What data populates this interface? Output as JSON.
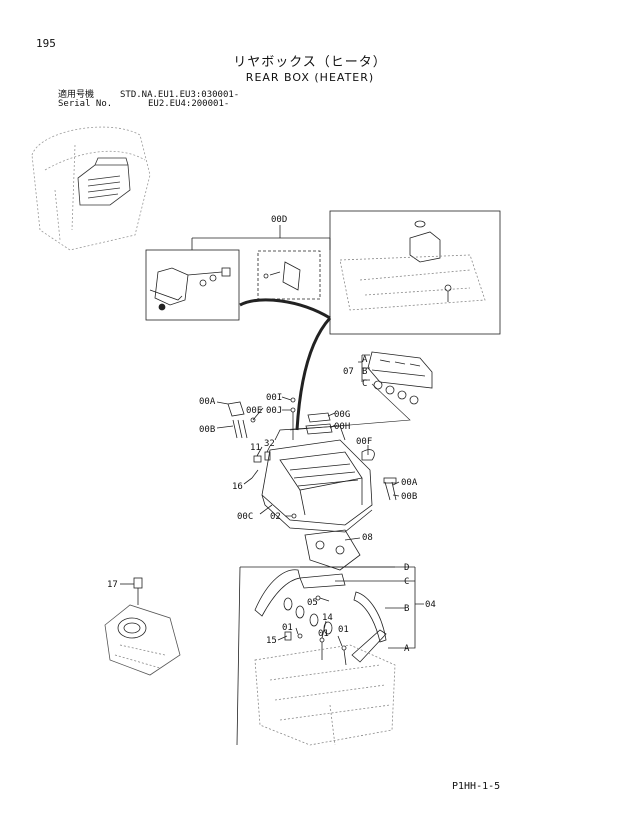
{
  "page": {
    "number": "195",
    "title_jp": "リヤボックス（ヒータ）",
    "title_en": "REAR BOX (HEATER)",
    "reference": "P1HH-1-5"
  },
  "serial": {
    "line1_label": "適用号機",
    "line1_value": "STD.NA.EU1.EU3:030001-",
    "line2_label": "Serial No.",
    "line2_value": "EU2.EU4:200001-"
  },
  "callouts": {
    "c00D": "00D",
    "c07": "07",
    "c07A": "A",
    "c07B": "B",
    "c07C": "C",
    "c00A_left": "00A",
    "c00E": "00E",
    "c00B_left": "00B",
    "c00I": "00I",
    "c00J": "00J",
    "c00G": "00G",
    "c00H": "00H",
    "c00F": "00F",
    "c11": "11",
    "c32": "32",
    "c16": "16",
    "c00A_right": "00A",
    "c00B_right": "00B",
    "c00C": "00C",
    "c02": "02",
    "c08": "08",
    "c17": "17",
    "c05": "05",
    "c14": "14",
    "c01_a": "01",
    "c01_b": "01",
    "c01_c": "01",
    "c15": "15",
    "c04": "04",
    "c04D": "D",
    "c04C": "C",
    "c04B": "B",
    "c04A": "A"
  }
}
